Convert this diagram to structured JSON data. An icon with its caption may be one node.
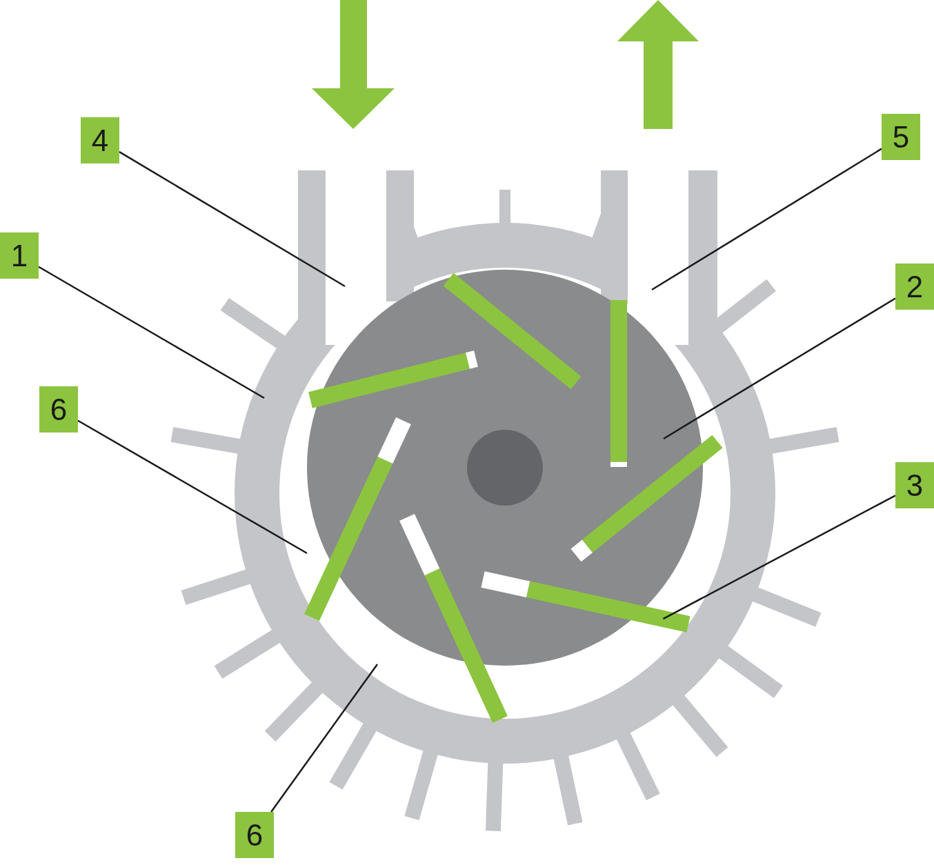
{
  "diagram": {
    "nodes": [
      {
        "text": [
          "4"
        ]
      },
      {
        "text": [
          "5"
        ]
      },
      {
        "text": [
          "1"
        ]
      },
      {
        "text": [
          "2"
        ]
      },
      {
        "text": [
          "6"
        ]
      },
      {
        "text": [
          "3"
        ]
      },
      {
        "text": [
          "6"
        ]
      },
      {
        "text": [],
        "shape": "circle"
      },
      {
        "text": [],
        "shape": "circle",
        "in": 7
      },
      {
        "text": [],
        "shape": "bar",
        "in": 8
      }
    ],
    "edges": [
      {
        "from": 0,
        "to": 7,
        "arrow": "none"
      },
      {
        "from": 1,
        "to": 7,
        "arrow": "none"
      },
      {
        "from": 2,
        "to": 7,
        "arrow": "none"
      },
      {
        "from": 3,
        "to": 8,
        "arrow": "none"
      },
      {
        "from": 4,
        "to": 7,
        "arrow": "none"
      },
      {
        "from": 5,
        "to": 9,
        "arrow": "none"
      },
      {
        "from": 6,
        "to": 7,
        "arrow": "none"
      }
    ]
  }
}
